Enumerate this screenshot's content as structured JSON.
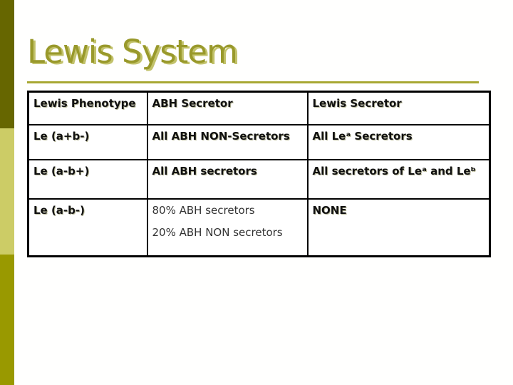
{
  "slide": {
    "title": "Lewis System"
  },
  "colors": {
    "sidebar_dark": "#666600",
    "sidebar_light": "#CCCC66",
    "sidebar_medium": "#999900",
    "title_text": "#99992B",
    "title_shadow": "#C2C26B",
    "rule": "#A8A832",
    "table_border": "#000000",
    "text": "#111111"
  },
  "table": {
    "headers": [
      "Lewis Phenotype",
      "ABH Secretor",
      "Lewis Secretor"
    ],
    "rows": [
      {
        "phenotype": "Le (a+b-)",
        "abh_secretor": "All ABH NON-Secretors",
        "lewis_secretor": "All Leᵃ Secretors"
      },
      {
        "phenotype": "Le (a-b+)",
        "abh_secretor": "All ABH secretors",
        "lewis_secretor": "All secretors of Leᵃ and Leᵇ"
      },
      {
        "phenotype": "Le (a-b-)",
        "abh_secretor_line1": "80% ABH secretors",
        "abh_secretor_line2": "20% ABH NON secretors",
        "lewis_secretor": "NONE"
      }
    ]
  }
}
